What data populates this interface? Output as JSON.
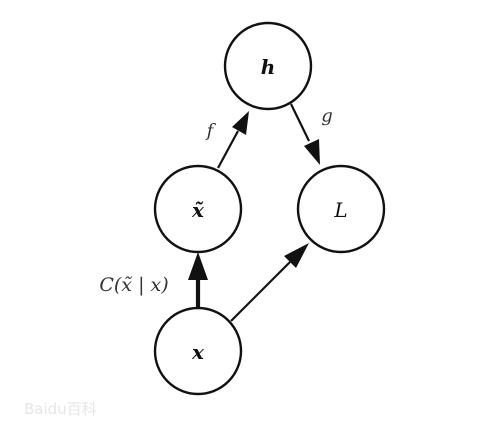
{
  "nodes": {
    "h": "h",
    "x_tilde": "x̃",
    "L": "L",
    "x": "x"
  },
  "edges": {
    "f": "f",
    "g": "g",
    "corruption": "C(x̃ | x)"
  },
  "watermark": "Baidu百科"
}
